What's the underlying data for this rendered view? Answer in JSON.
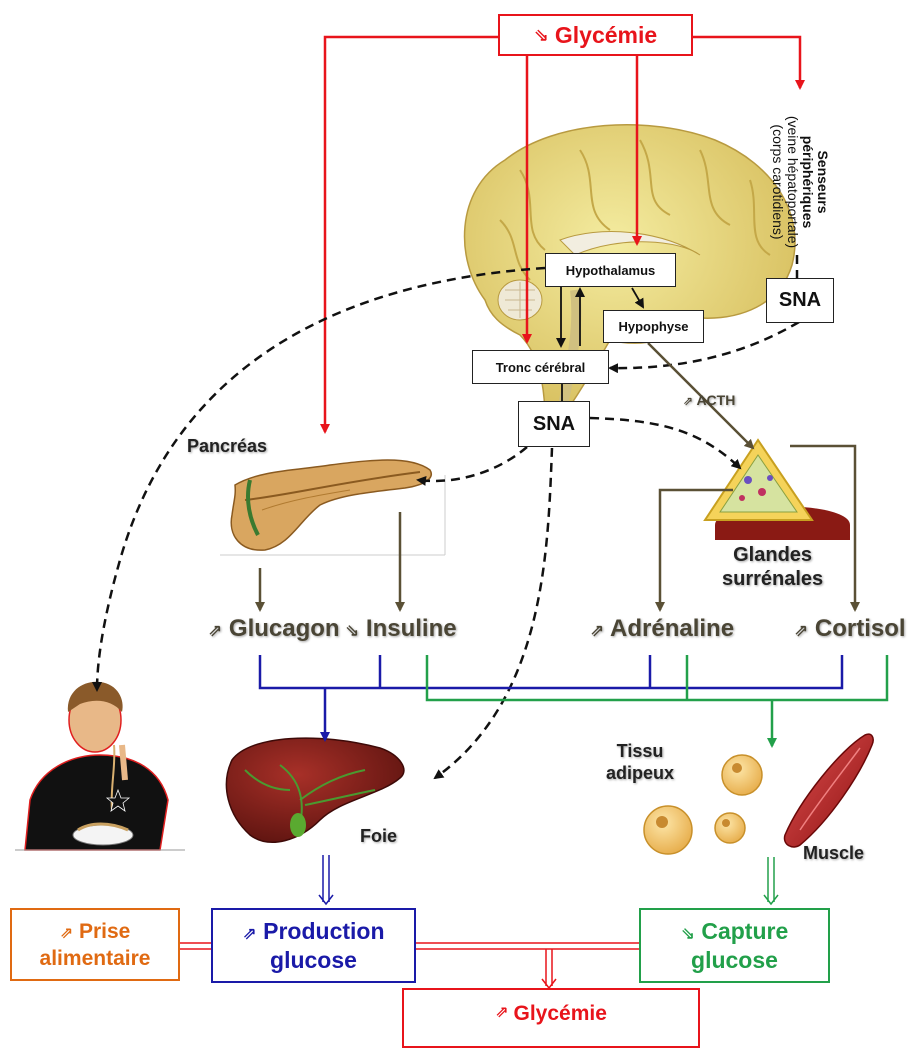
{
  "top_glycemia": {
    "symbol": "⇘",
    "label": "Glycémie"
  },
  "bottom_glycemia": {
    "symbol": "⇗",
    "label": "Glycémie"
  },
  "senseurs": {
    "title_line1": "Senseurs",
    "title_line2": "périphériques",
    "line3": "(veine hépatoportale)",
    "line4": "(corps carotidiens)"
  },
  "brain": {
    "hypothalamus": "Hypothalamus",
    "hypophyse": "Hypophyse",
    "tronc": "Tronc cérébral"
  },
  "sna_label": "SNA",
  "acth": {
    "symbol": "⇗",
    "label": "ACTH"
  },
  "pancreas_label": "Pancréas",
  "glandes": {
    "line1": "Glandes",
    "line2": "surrénales"
  },
  "hormones": {
    "glucagon": {
      "symbol": "⇗",
      "label": "Glucagon"
    },
    "insuline": {
      "symbol": "⇘",
      "label": "Insuline"
    },
    "adrenaline": {
      "symbol": "⇗",
      "label": "Adrénaline"
    },
    "cortisol": {
      "symbol": "⇗",
      "label": "Cortisol"
    }
  },
  "tissu": {
    "line1": "Tissu",
    "line2": "adipeux"
  },
  "foie_label": "Foie",
  "muscle_label": "Muscle",
  "prise": {
    "symbol": "⇗",
    "line1": "Prise",
    "line2": "alimentaire"
  },
  "production": {
    "symbol": "⇗",
    "line1": "Production",
    "line2": "glucose"
  },
  "capture": {
    "symbol": "⇘",
    "line1": "Capture",
    "line2": "glucose"
  },
  "colors": {
    "red": "#e8141b",
    "blue": "#1a1aa8",
    "green": "#22a04a",
    "orange": "#e06a12",
    "olive": "#5a5035",
    "black": "#111111"
  }
}
